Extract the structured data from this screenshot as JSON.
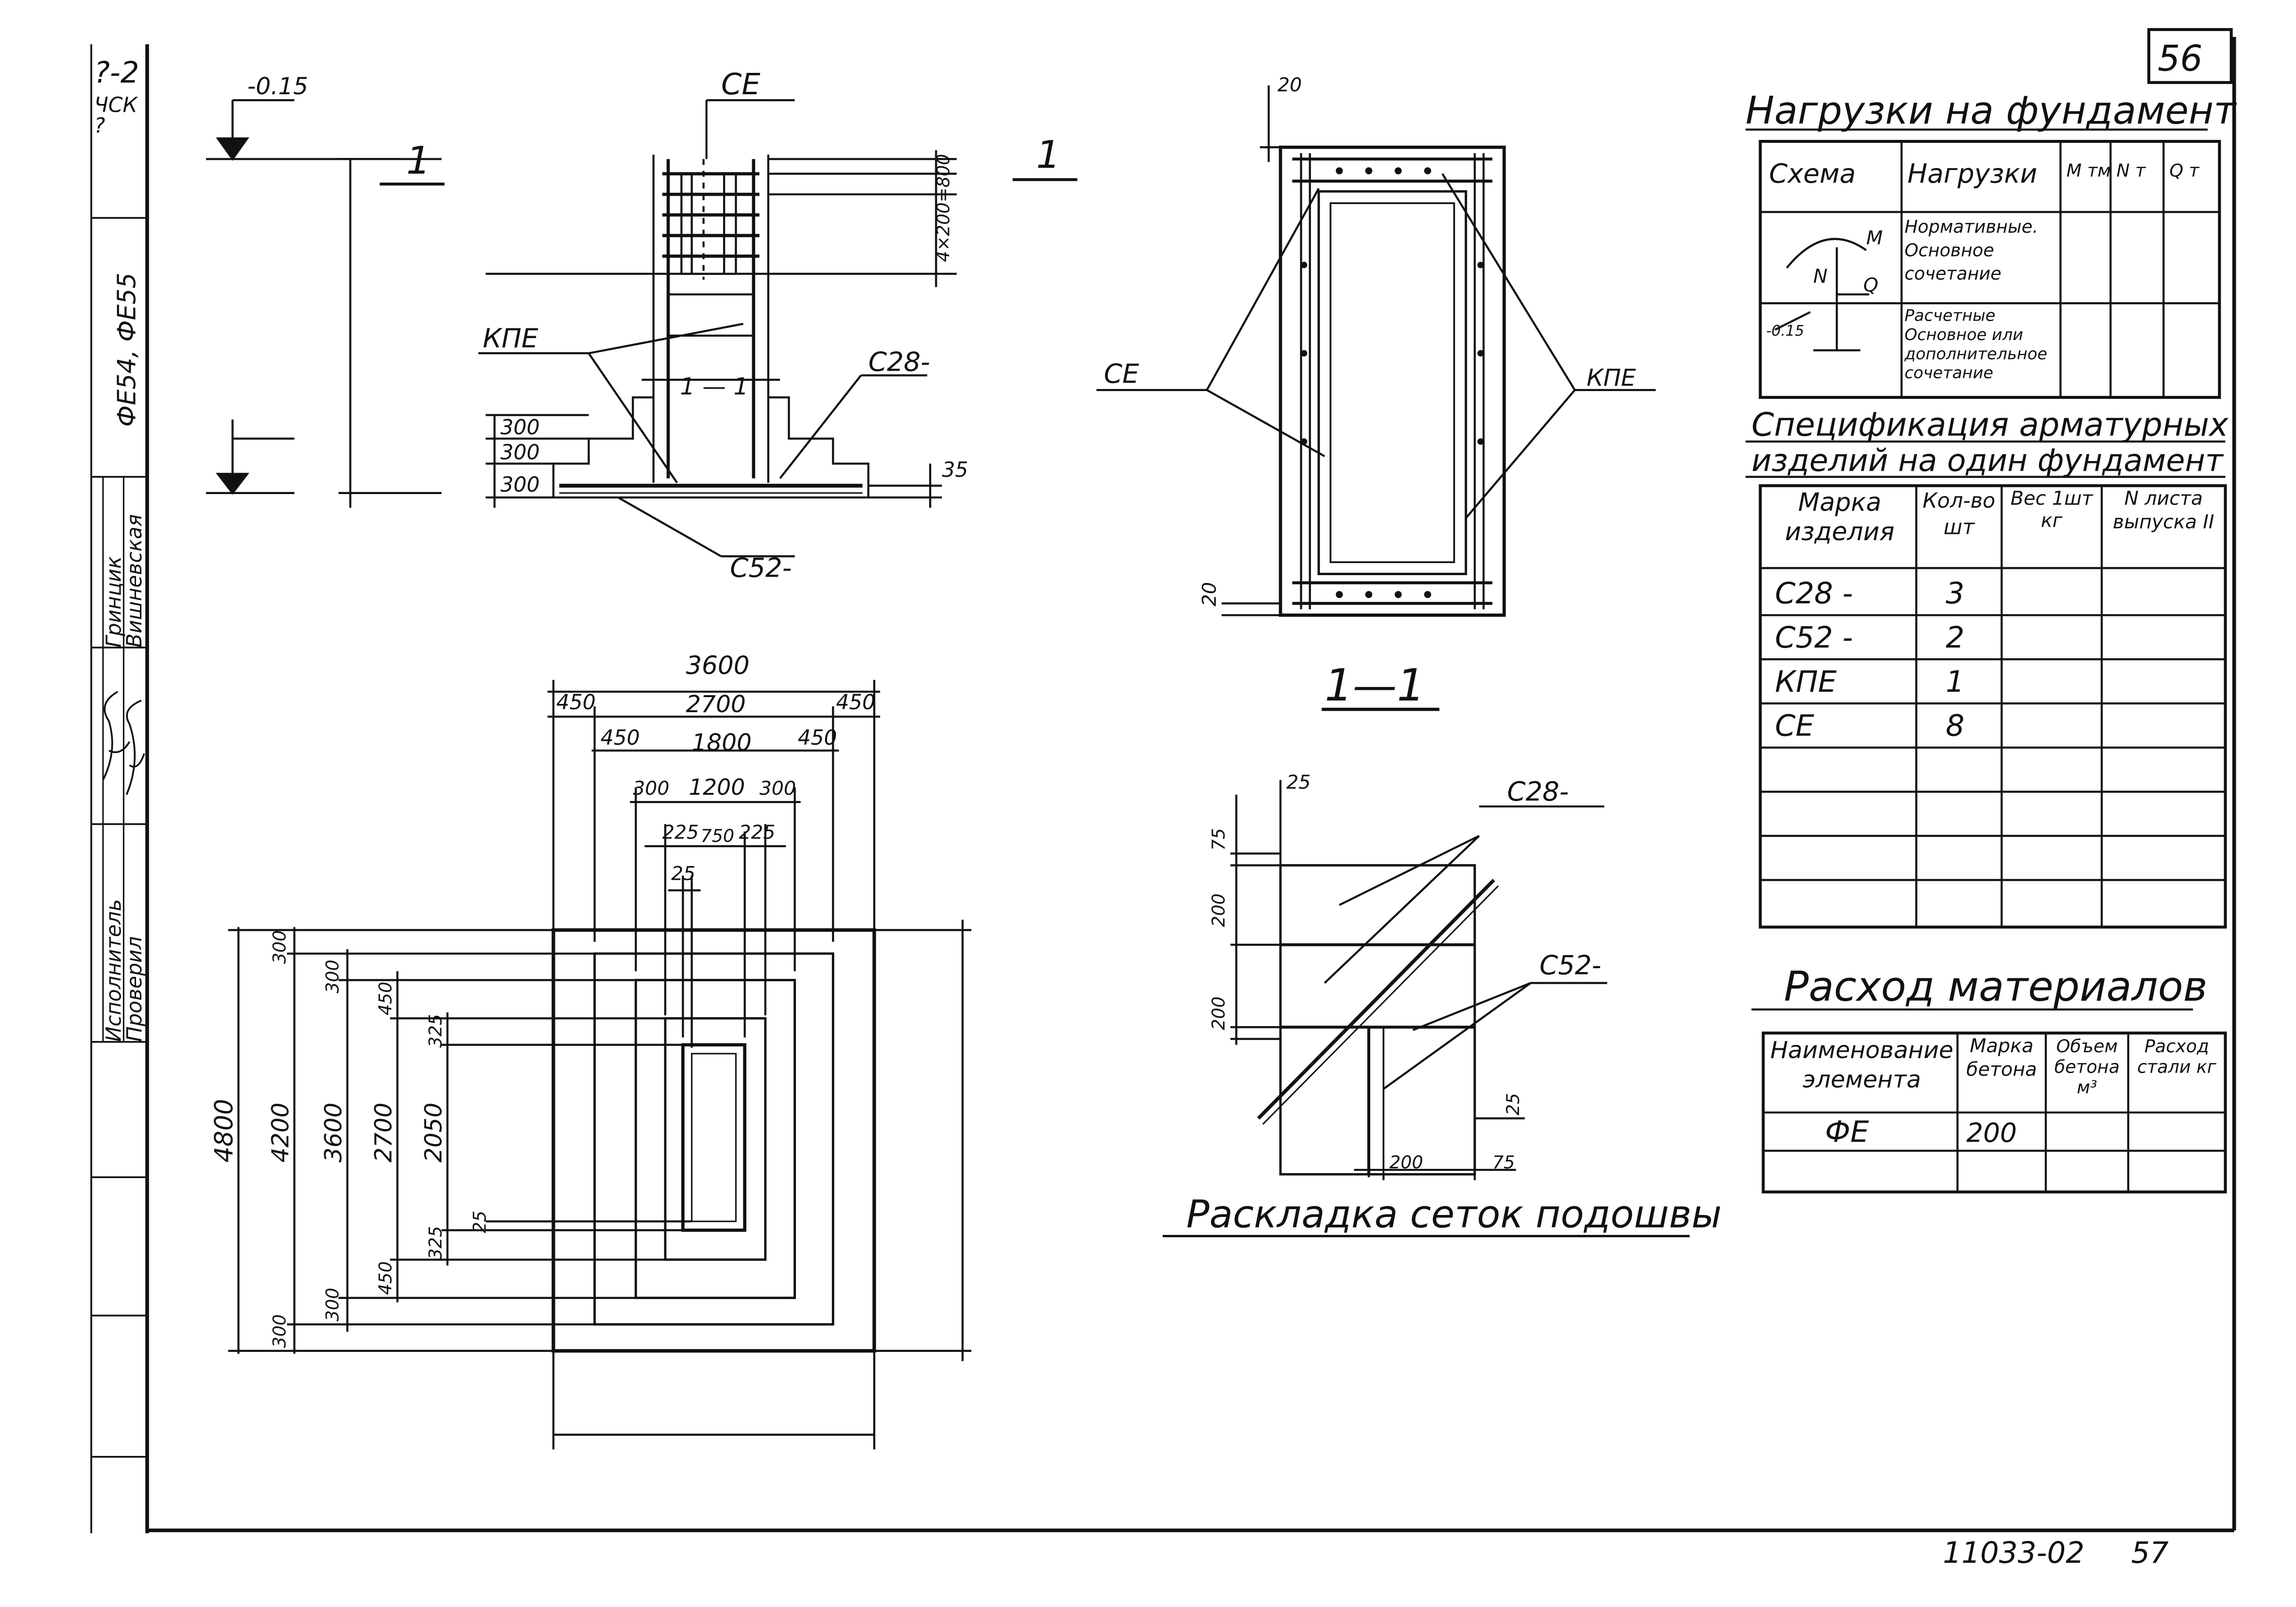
{
  "sheet": {
    "page_number": "56",
    "footer_code": "11033-02",
    "footer_page": "57",
    "side_codes": [
      "?-2",
      "ЧСК",
      "?"
    ],
    "side_series": "ФЕ54, ФЕ55",
    "side_names": [
      "Гринцик",
      "Вишневская"
    ],
    "side_roles": [
      "Исполнитель",
      "Проверил"
    ]
  },
  "section_view": {
    "level_top": "-0.15",
    "section_mark": "1",
    "mesh_spacing": "4×200=800",
    "step_dims": [
      "300",
      "300",
      "300"
    ],
    "bottom_cover": "35",
    "labels": [
      "СЕ",
      "КПЕ",
      "С28-",
      "С52-"
    ],
    "cut_mark": "1 — 1"
  },
  "section_1_1": {
    "dims": [
      "20",
      "20"
    ],
    "labels": [
      "СЕ",
      "КПЕ"
    ],
    "title": "1—1"
  },
  "plan": {
    "widths": [
      "3600",
      "450",
      "2700",
      "450",
      "450",
      "1800",
      "450",
      "300",
      "1200",
      "300",
      "225",
      "750",
      "225",
      "25"
    ],
    "heights": [
      "4800",
      "4200",
      "3600",
      "2700",
      "2050",
      "300",
      "300",
      "450",
      "325",
      "325",
      "450",
      "300",
      "25"
    ]
  },
  "mesh_layout": {
    "title": "Раскладка сеток подошвы",
    "dims": [
      "25",
      "75",
      "200",
      "200",
      "200",
      "75",
      "25"
    ],
    "labels": [
      "С28-",
      "С52-"
    ]
  },
  "loads_table": {
    "title": "Нагрузки на фундамент",
    "headers": [
      "Схема",
      "Нагрузки",
      "M тм",
      "N т",
      "Q т"
    ],
    "rows": [
      "Нормативные. Основное сочетание",
      "Расчетные Основное или дополнительное сочетание"
    ],
    "scheme_labels": [
      "M",
      "N",
      "Q",
      "-0.15"
    ]
  },
  "spec_table": {
    "title_line1": "Спецификация арматурных",
    "title_line2": "изделий на один фундамент",
    "headers": [
      "Марка изделия",
      "Кол-во шт",
      "Вес 1шт кг",
      "N листа выпуска II"
    ],
    "rows": [
      {
        "mark": "С28 -",
        "qty": "3"
      },
      {
        "mark": "С52 -",
        "qty": "2"
      },
      {
        "mark": "КПЕ",
        "qty": "1"
      },
      {
        "mark": "СЕ",
        "qty": "8"
      }
    ]
  },
  "materials_table": {
    "title": "Расход материалов",
    "headers": [
      "Наименование элемента",
      "Марка бетона",
      "Объем бетона м³",
      "Расход стали кг"
    ],
    "rows": [
      {
        "name": "ФЕ",
        "grade": "200"
      }
    ]
  }
}
